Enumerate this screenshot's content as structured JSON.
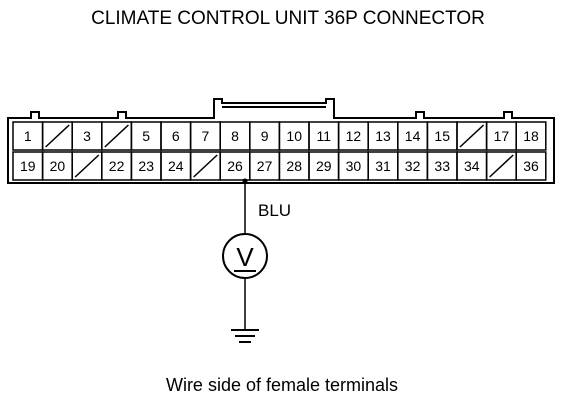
{
  "title": "CLIMATE CONTROL UNIT 36P CONNECTOR",
  "connector": {
    "row1": [
      "1",
      "",
      "3",
      "",
      "5",
      "6",
      "7",
      "8",
      "9",
      "10",
      "11",
      "12",
      "13",
      "14",
      "15",
      "",
      "17",
      "18"
    ],
    "row2": [
      "19",
      "20",
      "",
      "22",
      "23",
      "24",
      "",
      "26",
      "27",
      "28",
      "29",
      "30",
      "31",
      "32",
      "33",
      "34",
      "",
      "36"
    ]
  },
  "probe_terminal": "26",
  "wire_color": "BLU",
  "meter_symbol": "V",
  "caption": "Wire side of female terminals"
}
